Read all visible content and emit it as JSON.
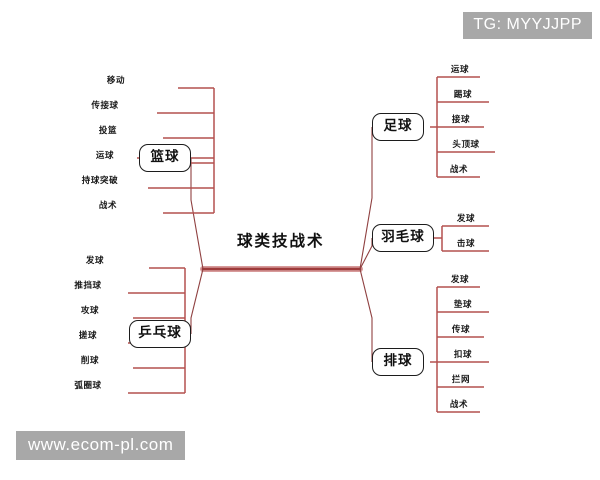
{
  "watermarks": {
    "top_right": "TG: MYYJJPP",
    "bottom_left": "www.ecom-pl.com"
  },
  "colors": {
    "spine": "#9e3b3b",
    "branch": "#c0504d",
    "leaf_line": "#b4504f",
    "node_border": "#1c1c1c",
    "text": "#111111",
    "background": "#ffffff",
    "watermark_bg": "#a8a8a8"
  },
  "mindmap": {
    "type": "mindmap",
    "root": "球类技战术",
    "branches": [
      {
        "id": "basketball",
        "label": "篮球",
        "side": "left",
        "leaves": [
          "移动",
          "传接球",
          "投篮",
          "运球",
          "持球突破",
          "战术"
        ]
      },
      {
        "id": "tabletennis",
        "label": "乒乓球",
        "side": "left",
        "leaves": [
          "发球",
          "推挡球",
          "攻球",
          "搓球",
          "削球",
          "弧圈球"
        ]
      },
      {
        "id": "football",
        "label": "足球",
        "side": "right",
        "leaves": [
          "运球",
          "踢球",
          "接球",
          "头顶球",
          "战术"
        ]
      },
      {
        "id": "badminton",
        "label": "羽毛球",
        "side": "right",
        "leaves": [
          "发球",
          "击球"
        ]
      },
      {
        "id": "volleyball",
        "label": "排球",
        "side": "right",
        "leaves": [
          "发球",
          "垫球",
          "传球",
          "扣球",
          "拦网",
          "战术"
        ]
      }
    ]
  }
}
